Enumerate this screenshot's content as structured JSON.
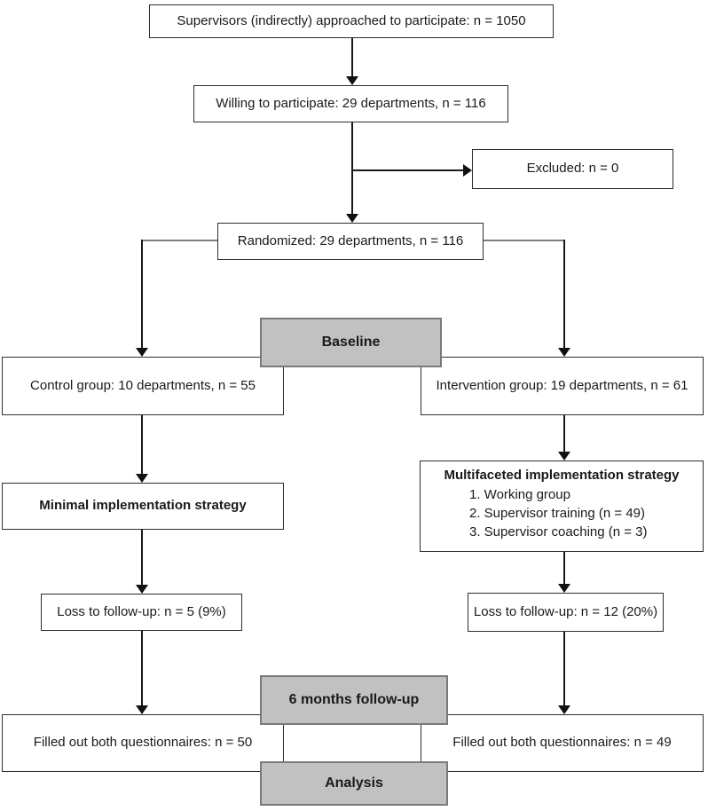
{
  "diagram_type": "randomized-trial-flowchart",
  "colors": {
    "box_fill": "#ffffff",
    "box_border": "#2d2d2d",
    "stage_fill": "#c1c1c1",
    "stage_border": "#7a7a7a",
    "line": "#1a1a1a",
    "connector_gray": "#808080",
    "text": "#1a1a1a"
  },
  "nodes": {
    "approached": {
      "label": "Supervisors (indirectly) approached to participate: n = 1050"
    },
    "willing": {
      "label": "Willing to participate: 29 departments, n = 116"
    },
    "excluded": {
      "label": "Excluded: n = 0"
    },
    "randomized": {
      "label": "Randomized: 29 departments, n = 116"
    },
    "stage_baseline": {
      "label": "Baseline"
    },
    "control_group": {
      "label": "Control group: 10 departments, n = 55"
    },
    "intervention_group": {
      "label": "Intervention group: 19 departments, n = 61"
    },
    "minimal_strategy": {
      "label": "Minimal implementation strategy"
    },
    "multifaceted_strategy": {
      "title": "Multifaceted implementation strategy",
      "items": [
        "1. Working group",
        "2. Supervisor training (n = 49)",
        "3. Supervisor coaching (n = 3)"
      ]
    },
    "loss_control": {
      "label": "Loss to follow-up: n = 5 (9%)"
    },
    "loss_intervention": {
      "label": "Loss to follow-up: n = 12 (20%)"
    },
    "stage_followup": {
      "label": "6 months follow-up"
    },
    "questionnaires_control": {
      "label": "Filled out both questionnaires: n = 50"
    },
    "questionnaires_intervention": {
      "label": "Filled out both questionnaires: n = 49"
    },
    "stage_analysis": {
      "label": "Analysis"
    }
  }
}
